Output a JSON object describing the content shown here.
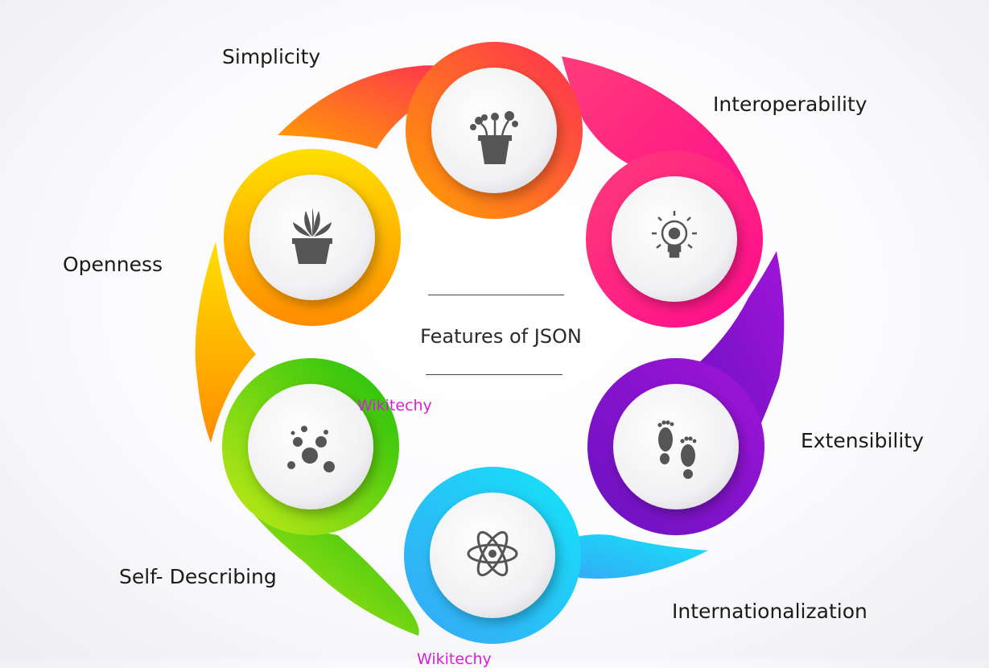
{
  "diagram": {
    "center_title": "Features of JSON",
    "watermark": "Wikitechy",
    "features": [
      {
        "label": "Simplicity",
        "icon": "flower-pot-icon",
        "color_start": "#ffa000",
        "color_end": "#ff2d55"
      },
      {
        "label": "Interoperability",
        "icon": "lightbulb-gear-icon",
        "color_start": "#ff3c7a",
        "color_end": "#ff0a8c"
      },
      {
        "label": "Extensibility",
        "icon": "footprints-icon",
        "color_start": "#a014d8",
        "color_end": "#6a12c0"
      },
      {
        "label": "Internationalization",
        "icon": "atom-icon",
        "color_start": "#14e4f8",
        "color_end": "#38a6f6"
      },
      {
        "label": "Self- Describing",
        "icon": "bubbles-icon",
        "color_start": "#c6ea18",
        "color_end": "#1cc00c"
      },
      {
        "label": "Openness",
        "icon": "succulent-icon",
        "color_start": "#ffe000",
        "color_end": "#ff8c00"
      }
    ]
  }
}
